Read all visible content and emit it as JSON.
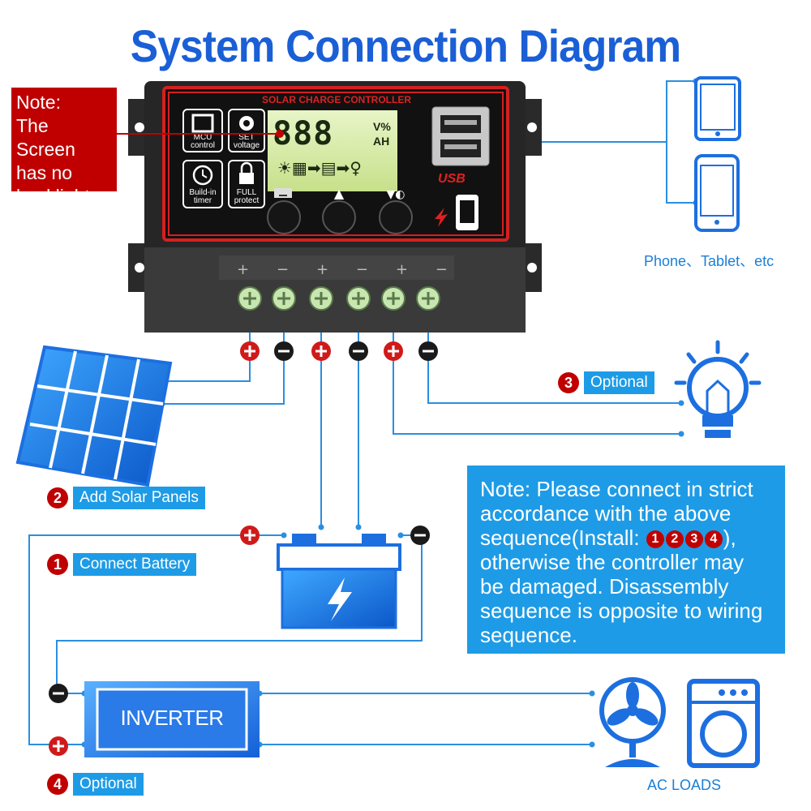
{
  "title": "System Connection Diagram",
  "controller": {
    "header": "SOLAR CHARGE CONTROLLER",
    "display_digits": "888",
    "display_units": [
      "V%",
      "AH"
    ],
    "icons": [
      {
        "name": "mcu-icon",
        "label": "MCU control"
      },
      {
        "name": "gear-icon",
        "label": "SET voltage"
      },
      {
        "name": "clock-icon",
        "label": "Build-in timer"
      },
      {
        "name": "lock-icon",
        "label": "FULL protect"
      }
    ],
    "usb_label": "USB",
    "terminal_symbols": [
      "+",
      "−",
      "+",
      "−",
      "+",
      "−"
    ]
  },
  "note_red": {
    "lines": [
      "Note:",
      "The Screen",
      "has no",
      "backlight."
    ]
  },
  "devices_label": "Phone、Tablet、etc",
  "steps": [
    {
      "number": "1",
      "label": "Connect Battery"
    },
    {
      "number": "2",
      "label": "Add Solar Panels"
    },
    {
      "number": "3",
      "label": "Optional"
    },
    {
      "number": "4",
      "label": "Optional"
    }
  ],
  "note_blue": {
    "text_before": "Note: Please connect in strict accordance with the above sequence(Install: ",
    "numbers": [
      "1",
      "2",
      "3",
      "4"
    ],
    "text_after": "), otherwise the controller may be damaged. Disassembly sequence is opposite to wiring sequence."
  },
  "inverter_label": "INVERTER",
  "ac_loads_label": "AC LOADS",
  "colors": {
    "accent_blue": "#1a5fd6",
    "label_blue": "#1e9be6",
    "note_red": "#c00000",
    "wire_blue": "#2a8fe0"
  }
}
